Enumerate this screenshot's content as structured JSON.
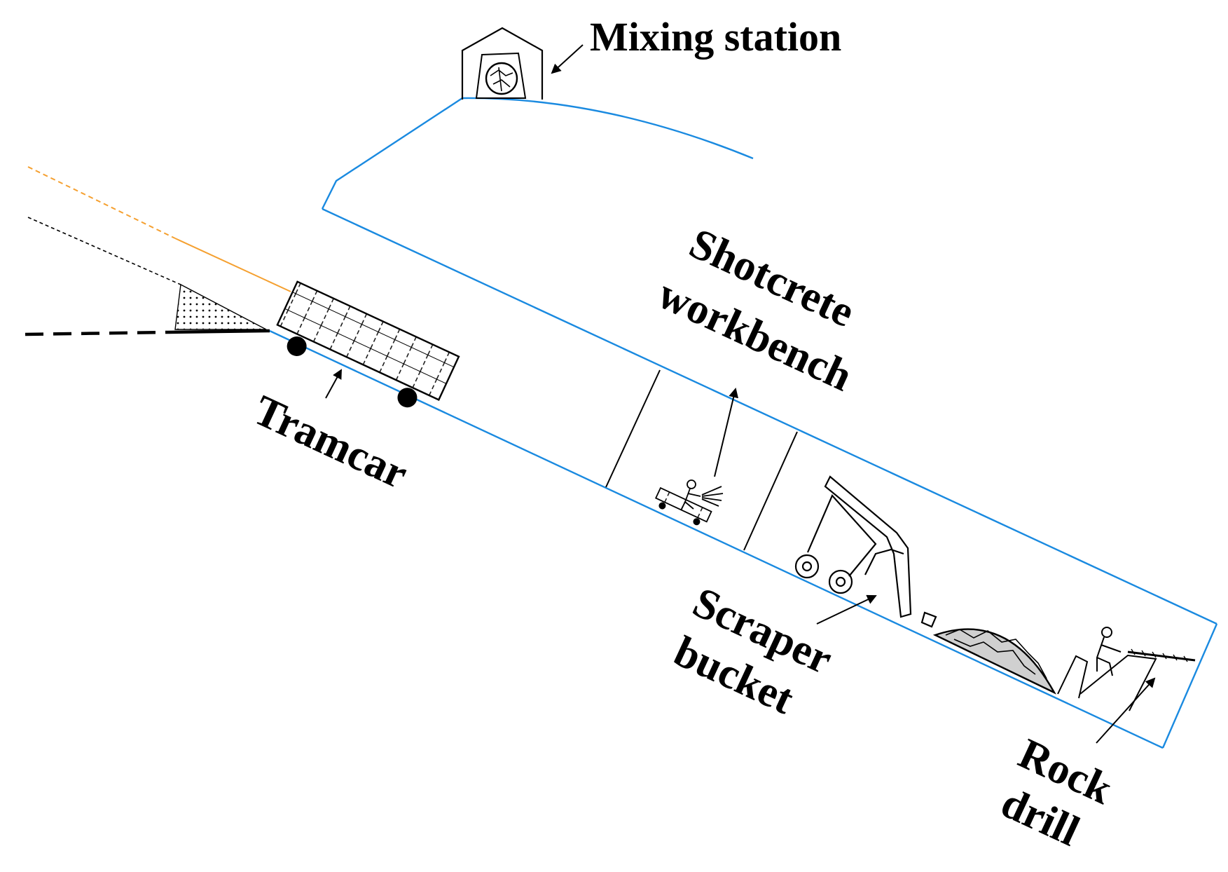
{
  "labels": {
    "mixing_station": "Mixing station",
    "shotcrete_line1": "Shotcrete",
    "shotcrete_line2": "workbench",
    "tramcar": "Tramcar",
    "scraper_line1": "Scraper",
    "scraper_line2": "bucket",
    "rock_line1": "Rock",
    "rock_line2": "drill"
  },
  "colors": {
    "tunnel_outline": "#1a8ae0",
    "orange_line": "#f5a030",
    "ink": "#000000"
  }
}
